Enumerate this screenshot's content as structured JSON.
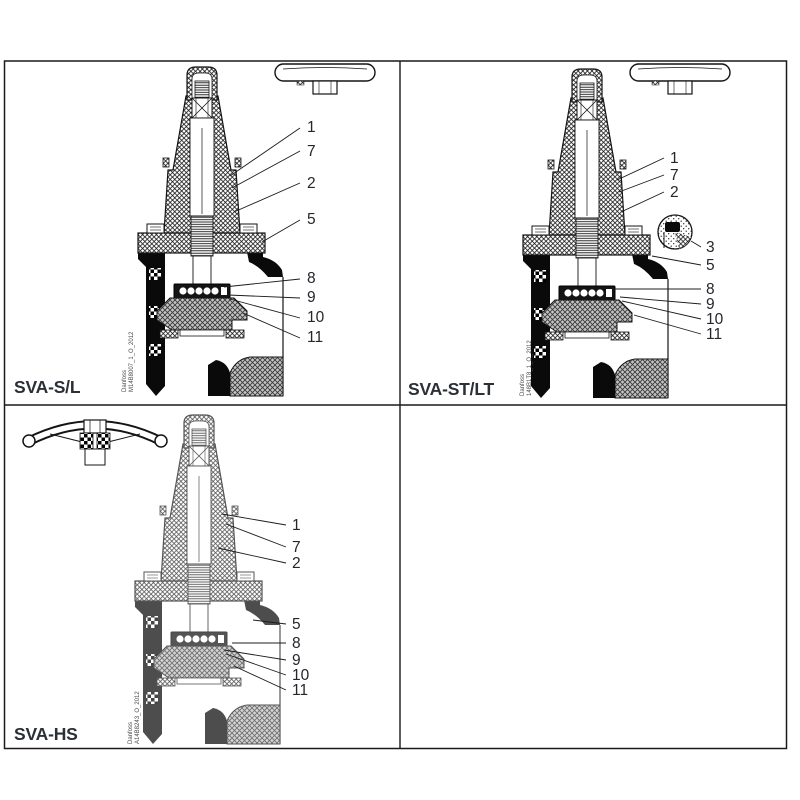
{
  "document": {
    "type": "valve-cross-section-diagram-sheet",
    "colors": {
      "background": "#ffffff",
      "ink": "#141414",
      "label_text": "#2b2f36"
    }
  },
  "panels": {
    "top_left": {
      "label": "SVA-S/L",
      "brand": "Danfoss",
      "doc_id": "M14B8007_1_O_2012",
      "callouts": [
        "1",
        "7",
        "2",
        "5",
        "8",
        "9",
        "10",
        "11"
      ]
    },
    "top_right": {
      "label": "SVA-ST/LT",
      "brand": "Danfoss",
      "doc_id": "148B1T8_1_O_2012",
      "callouts": [
        "1",
        "7",
        "2",
        "3",
        "5",
        "8",
        "9",
        "10",
        "11"
      ]
    },
    "bottom_left": {
      "label": "SVA-HS",
      "brand": "Danfoss",
      "doc_id": "A14B8243_O_2012",
      "callouts": [
        "1",
        "7",
        "2",
        "5",
        "8",
        "9",
        "10",
        "11"
      ]
    },
    "bottom_right": {
      "label": ""
    }
  }
}
